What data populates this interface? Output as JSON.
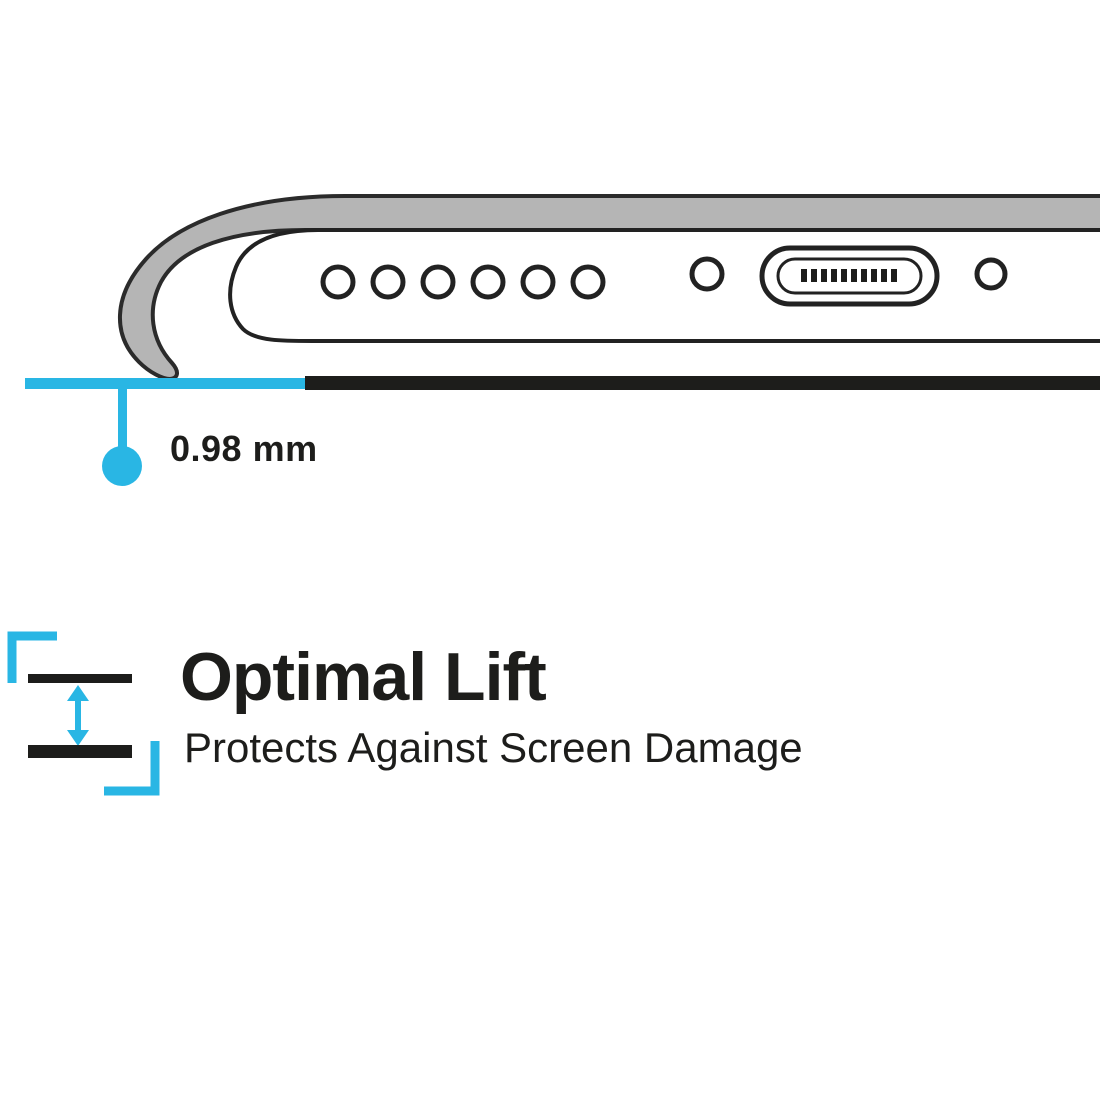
{
  "colors": {
    "accent_cyan": "#29b6e4",
    "ink_black": "#1d1d1b",
    "case_gray": "#b5b5b5",
    "background": "#ffffff"
  },
  "diagram": {
    "measurement_label": "0.98 mm",
    "description": "Bottom edge of phone in case showing raised lip height"
  },
  "feature": {
    "title": "Optimal Lift",
    "subtitle": "Protects Against Screen Damage"
  },
  "icons": [
    {
      "name": "phone-bottom-edge-diagram",
      "shape": "svg-illustration"
    },
    {
      "name": "measurement-pointer-dot",
      "shape": "filled-circle"
    },
    {
      "name": "lift-gap-icon",
      "shape": "double-arrow-between-lines"
    }
  ]
}
